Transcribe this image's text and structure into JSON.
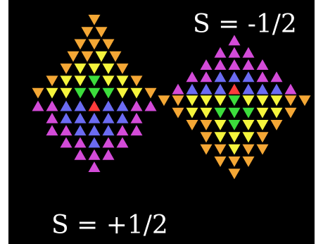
{
  "labels": {
    "spin_up": "S = +1/2",
    "spin_down": "S = -1/2"
  },
  "colors": {
    "background": "#000000",
    "orange": "#f4a735",
    "yellow": "#f5f53c",
    "green": "#3cdd3c",
    "red": "#ff3c3c",
    "blue": "#6b6bf2",
    "magenta": "#d34bd8"
  },
  "patterns": {
    "spin_up_rows": [
      "O",
      "OO",
      "OOO",
      "OOYO",
      "OYYYO",
      "OYYGYYO",
      "OYYGGGYYO",
      "MMBBRBBMM",
      "MBBBBBM",
      "MMBBBMM",
      "MMBMM",
      "MMM",
      "M"
    ],
    "spin_down_rows": [
      "M",
      "MMM",
      "MMMMM",
      "MMBBBMM",
      "MBBBRBBBM",
      "OOYYYGYYYOO",
      "OYYGGGYYO",
      "OOYGYYO",
      "OYYYO",
      "OOYOO",
      "OOO",
      "O"
    ]
  }
}
